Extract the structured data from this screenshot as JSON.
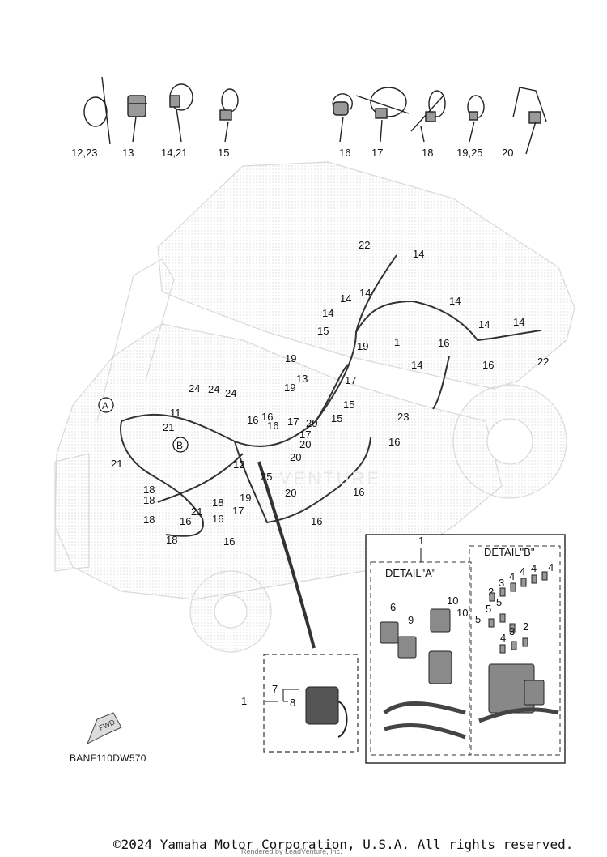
{
  "fastener_labels": [
    "12,23",
    "13",
    "14,21",
    "15",
    "16",
    "17",
    "18",
    "19,25",
    "20"
  ],
  "callouts": [
    {
      "id": "c-22a",
      "text": "22"
    },
    {
      "id": "c-14a",
      "text": "14"
    },
    {
      "id": "c-14b",
      "text": "14"
    },
    {
      "id": "c-14c",
      "text": "14"
    },
    {
      "id": "c-14d",
      "text": "14"
    },
    {
      "id": "c-14e",
      "text": "14"
    },
    {
      "id": "c-14f",
      "text": "14"
    },
    {
      "id": "c-14g",
      "text": "14"
    },
    {
      "id": "c-15a",
      "text": "15"
    },
    {
      "id": "c-1a",
      "text": "1"
    },
    {
      "id": "c-16a",
      "text": "16"
    },
    {
      "id": "c-19a",
      "text": "19"
    },
    {
      "id": "c-19b",
      "text": "19"
    },
    {
      "id": "c-13a",
      "text": "13"
    },
    {
      "id": "c-17a",
      "text": "17"
    },
    {
      "id": "c-14h",
      "text": "14"
    },
    {
      "id": "c-16b",
      "text": "16"
    },
    {
      "id": "c-22b",
      "text": "22"
    },
    {
      "id": "c-19c",
      "text": "19"
    },
    {
      "id": "c-15b",
      "text": "15"
    },
    {
      "id": "c-15c",
      "text": "15"
    },
    {
      "id": "c-23a",
      "text": "23"
    },
    {
      "id": "c-24a",
      "text": "24"
    },
    {
      "id": "c-24b",
      "text": "24"
    },
    {
      "id": "c-24c",
      "text": "24"
    },
    {
      "id": "c-11a",
      "text": "11"
    },
    {
      "id": "c-21a",
      "text": "21"
    },
    {
      "id": "c-16c",
      "text": "16"
    },
    {
      "id": "c-16d",
      "text": "16"
    },
    {
      "id": "c-17b",
      "text": "17"
    },
    {
      "id": "c-20a",
      "text": "20"
    },
    {
      "id": "c-16e",
      "text": "16"
    },
    {
      "id": "c-17c",
      "text": "17"
    },
    {
      "id": "c-20b",
      "text": "20"
    },
    {
      "id": "c-20c",
      "text": "20"
    },
    {
      "id": "c-21b",
      "text": "21"
    },
    {
      "id": "c-12a",
      "text": "12"
    },
    {
      "id": "c-25a",
      "text": "25"
    },
    {
      "id": "c-18a",
      "text": "18"
    },
    {
      "id": "c-18b",
      "text": "18"
    },
    {
      "id": "c-18c",
      "text": "18"
    },
    {
      "id": "c-19d",
      "text": "19"
    },
    {
      "id": "c-18d",
      "text": "18"
    },
    {
      "id": "c-17d",
      "text": "17"
    },
    {
      "id": "c-21c",
      "text": "21"
    },
    {
      "id": "c-16f",
      "text": "16"
    },
    {
      "id": "c-16g",
      "text": "16"
    },
    {
      "id": "c-18e",
      "text": "18"
    },
    {
      "id": "c-16h",
      "text": "16"
    },
    {
      "id": "c-16i",
      "text": "16"
    },
    {
      "id": "c-20d",
      "text": "20"
    },
    {
      "id": "c-16j",
      "text": "16"
    },
    {
      "id": "c-16k",
      "text": "16"
    }
  ],
  "markers": {
    "a": "A",
    "b": "B"
  },
  "inset_b": {
    "c1": "1",
    "c7": "7",
    "c8": "8"
  },
  "detail_box": {
    "ref": "1",
    "title_a": "DETAIL\"A\"",
    "title_b": "DETAIL\"B\"",
    "labels": [
      "6",
      "9",
      "10",
      "10",
      "2",
      "3",
      "4",
      "4",
      "4",
      "4",
      "5",
      "5",
      "5",
      "4",
      "3",
      "2"
    ]
  },
  "fwd_label": "FWD",
  "watermark": "VENTURE",
  "diagram_code": "BANF110DW570",
  "copyright": "©2024 Yamaha Motor Corporation, U.S.A. All rights reserved.",
  "rendered_by": "Rendered by LeadVenture, Inc."
}
